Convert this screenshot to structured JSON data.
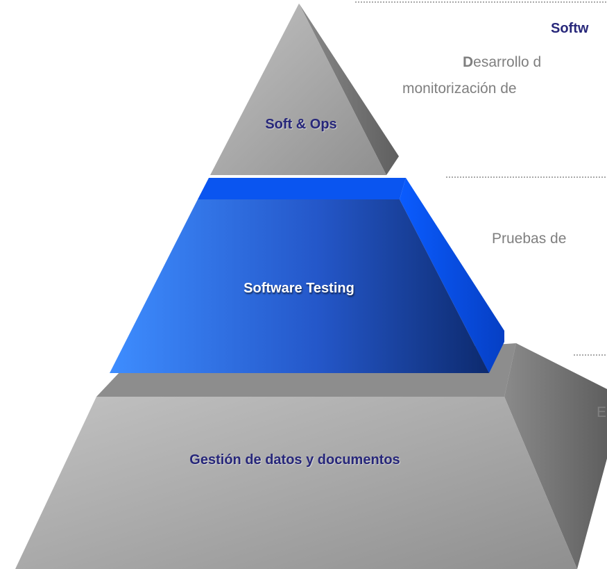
{
  "colors": {
    "grey_face": "#a6a6a6",
    "grey_side": "#7f7f7f",
    "blue_face_light": "#3f8cff",
    "blue_face_dark": "#0f2f7a",
    "blue_side": "#0a52e6",
    "label_dark": "#27277a",
    "label_light": "#ffffff",
    "desc_text": "#7f7f7f"
  },
  "tiers": [
    {
      "label": "Soft & Ops"
    },
    {
      "label": "Software Testing"
    },
    {
      "label": "Gestión de datos y documentos"
    }
  ],
  "descriptions": {
    "top": {
      "title": "Softw",
      "line1_lead": "D",
      "line1_rest": "esarrollo d",
      "line2": "monitorización de"
    },
    "middle": {
      "text": "Pruebas de"
    },
    "bottom": {
      "text": "E"
    }
  }
}
